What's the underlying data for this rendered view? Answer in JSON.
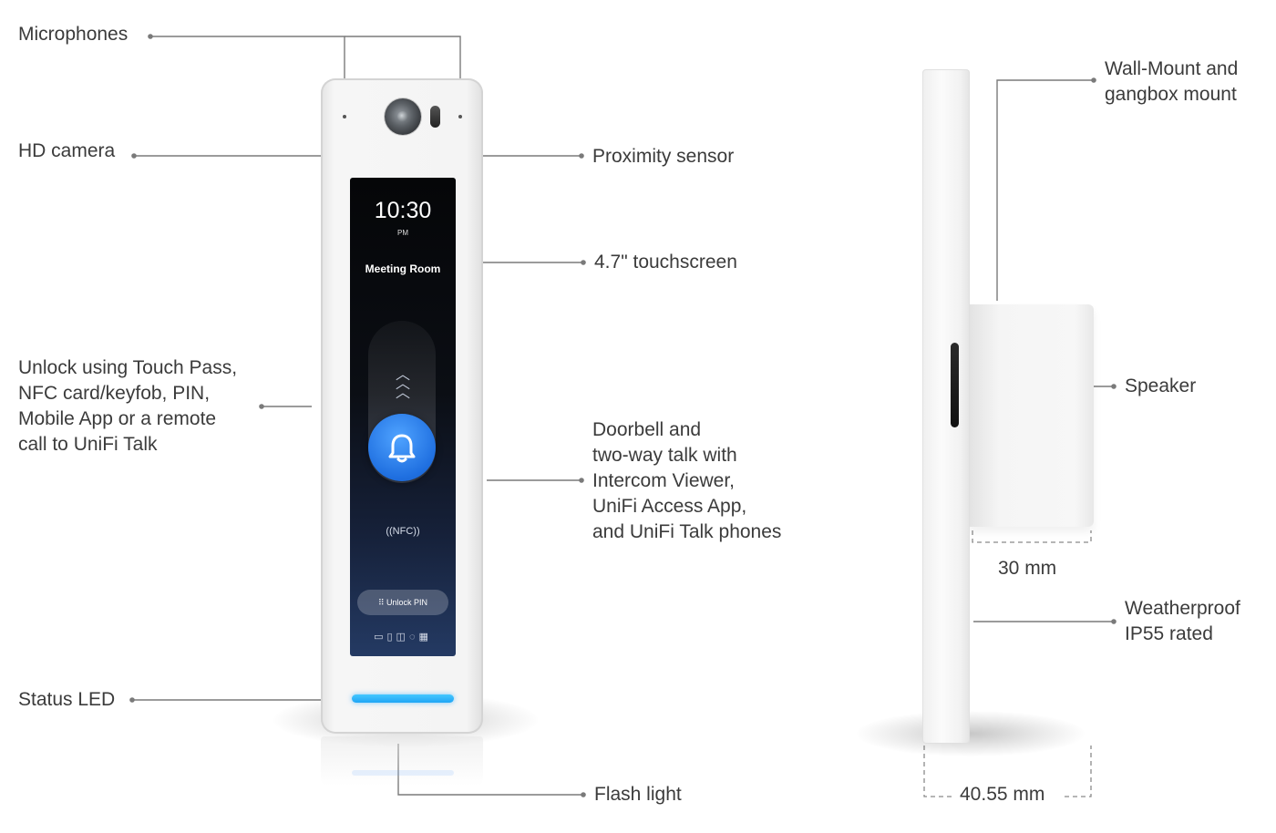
{
  "labels": {
    "microphones": "Microphones",
    "hd_camera": "HD camera",
    "proximity_sensor": "Proximity sensor",
    "touchscreen": "4.7\" touchscreen",
    "unlock": "Unlock using Touch Pass,\nNFC card/keyfob, PIN,\nMobile App or a remote\ncall to UniFi Talk",
    "doorbell": "Doorbell and\ntwo-way talk with\nIntercom Viewer,\nUniFi Access  App,\nand UniFi Talk phones",
    "status_led": "Status LED",
    "flash_light": "Flash light",
    "wall_mount": "Wall-Mount and\ngangbox mount",
    "speaker": "Speaker",
    "depth_box": "30 mm",
    "weatherproof": "Weatherproof\nIP55 rated",
    "depth_total": "40.55 mm"
  },
  "screen": {
    "time": "10:30",
    "ampm": "PM",
    "room": "Meeting Room",
    "nfc": "((NFC))",
    "unlock_pin": "Unlock PIN"
  },
  "icons": {
    "bell": "bell-icon",
    "chevrons": "chevrons-up-icon",
    "keypad": "keypad-icon"
  },
  "colors": {
    "label_text": "#3b3b3b",
    "leader_line": "#6f6f6f",
    "status_led": "#1fa5f5",
    "doorbell_button": "#1f6fe0"
  }
}
